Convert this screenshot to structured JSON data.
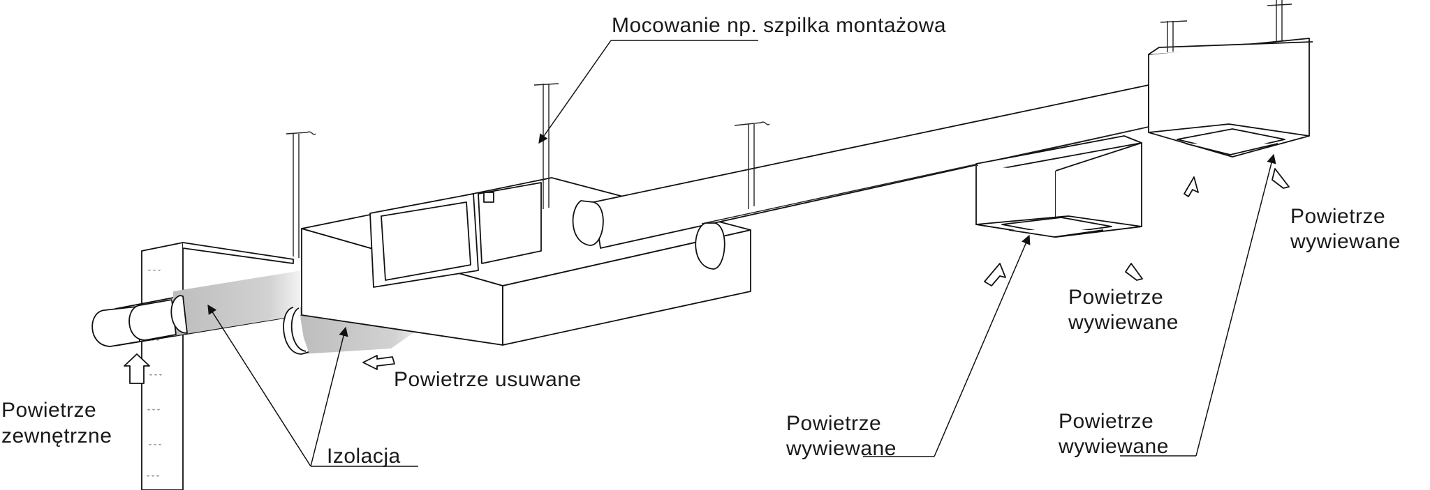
{
  "labels": {
    "mounting": "Mocowanie np. szpilka montażowa",
    "outdoor_air_1": "Powietrze",
    "outdoor_air_2": "zewnętrzne",
    "exhaust_removed": "Powietrze usuwane",
    "insulation": "Izolacja",
    "supply_a_1": "Powietrze",
    "supply_a_2": "wywiewane",
    "supply_b_1": "Powietrze",
    "supply_b_2": "wywiewane",
    "supply_c_1": "Powietrze",
    "supply_c_2": "wywiewane",
    "supply_d_1": "Powietrze",
    "supply_d_2": "wywiewane"
  },
  "colors": {
    "line": "#111111",
    "insulation": "#c8c8c8",
    "background": "#ffffff"
  }
}
